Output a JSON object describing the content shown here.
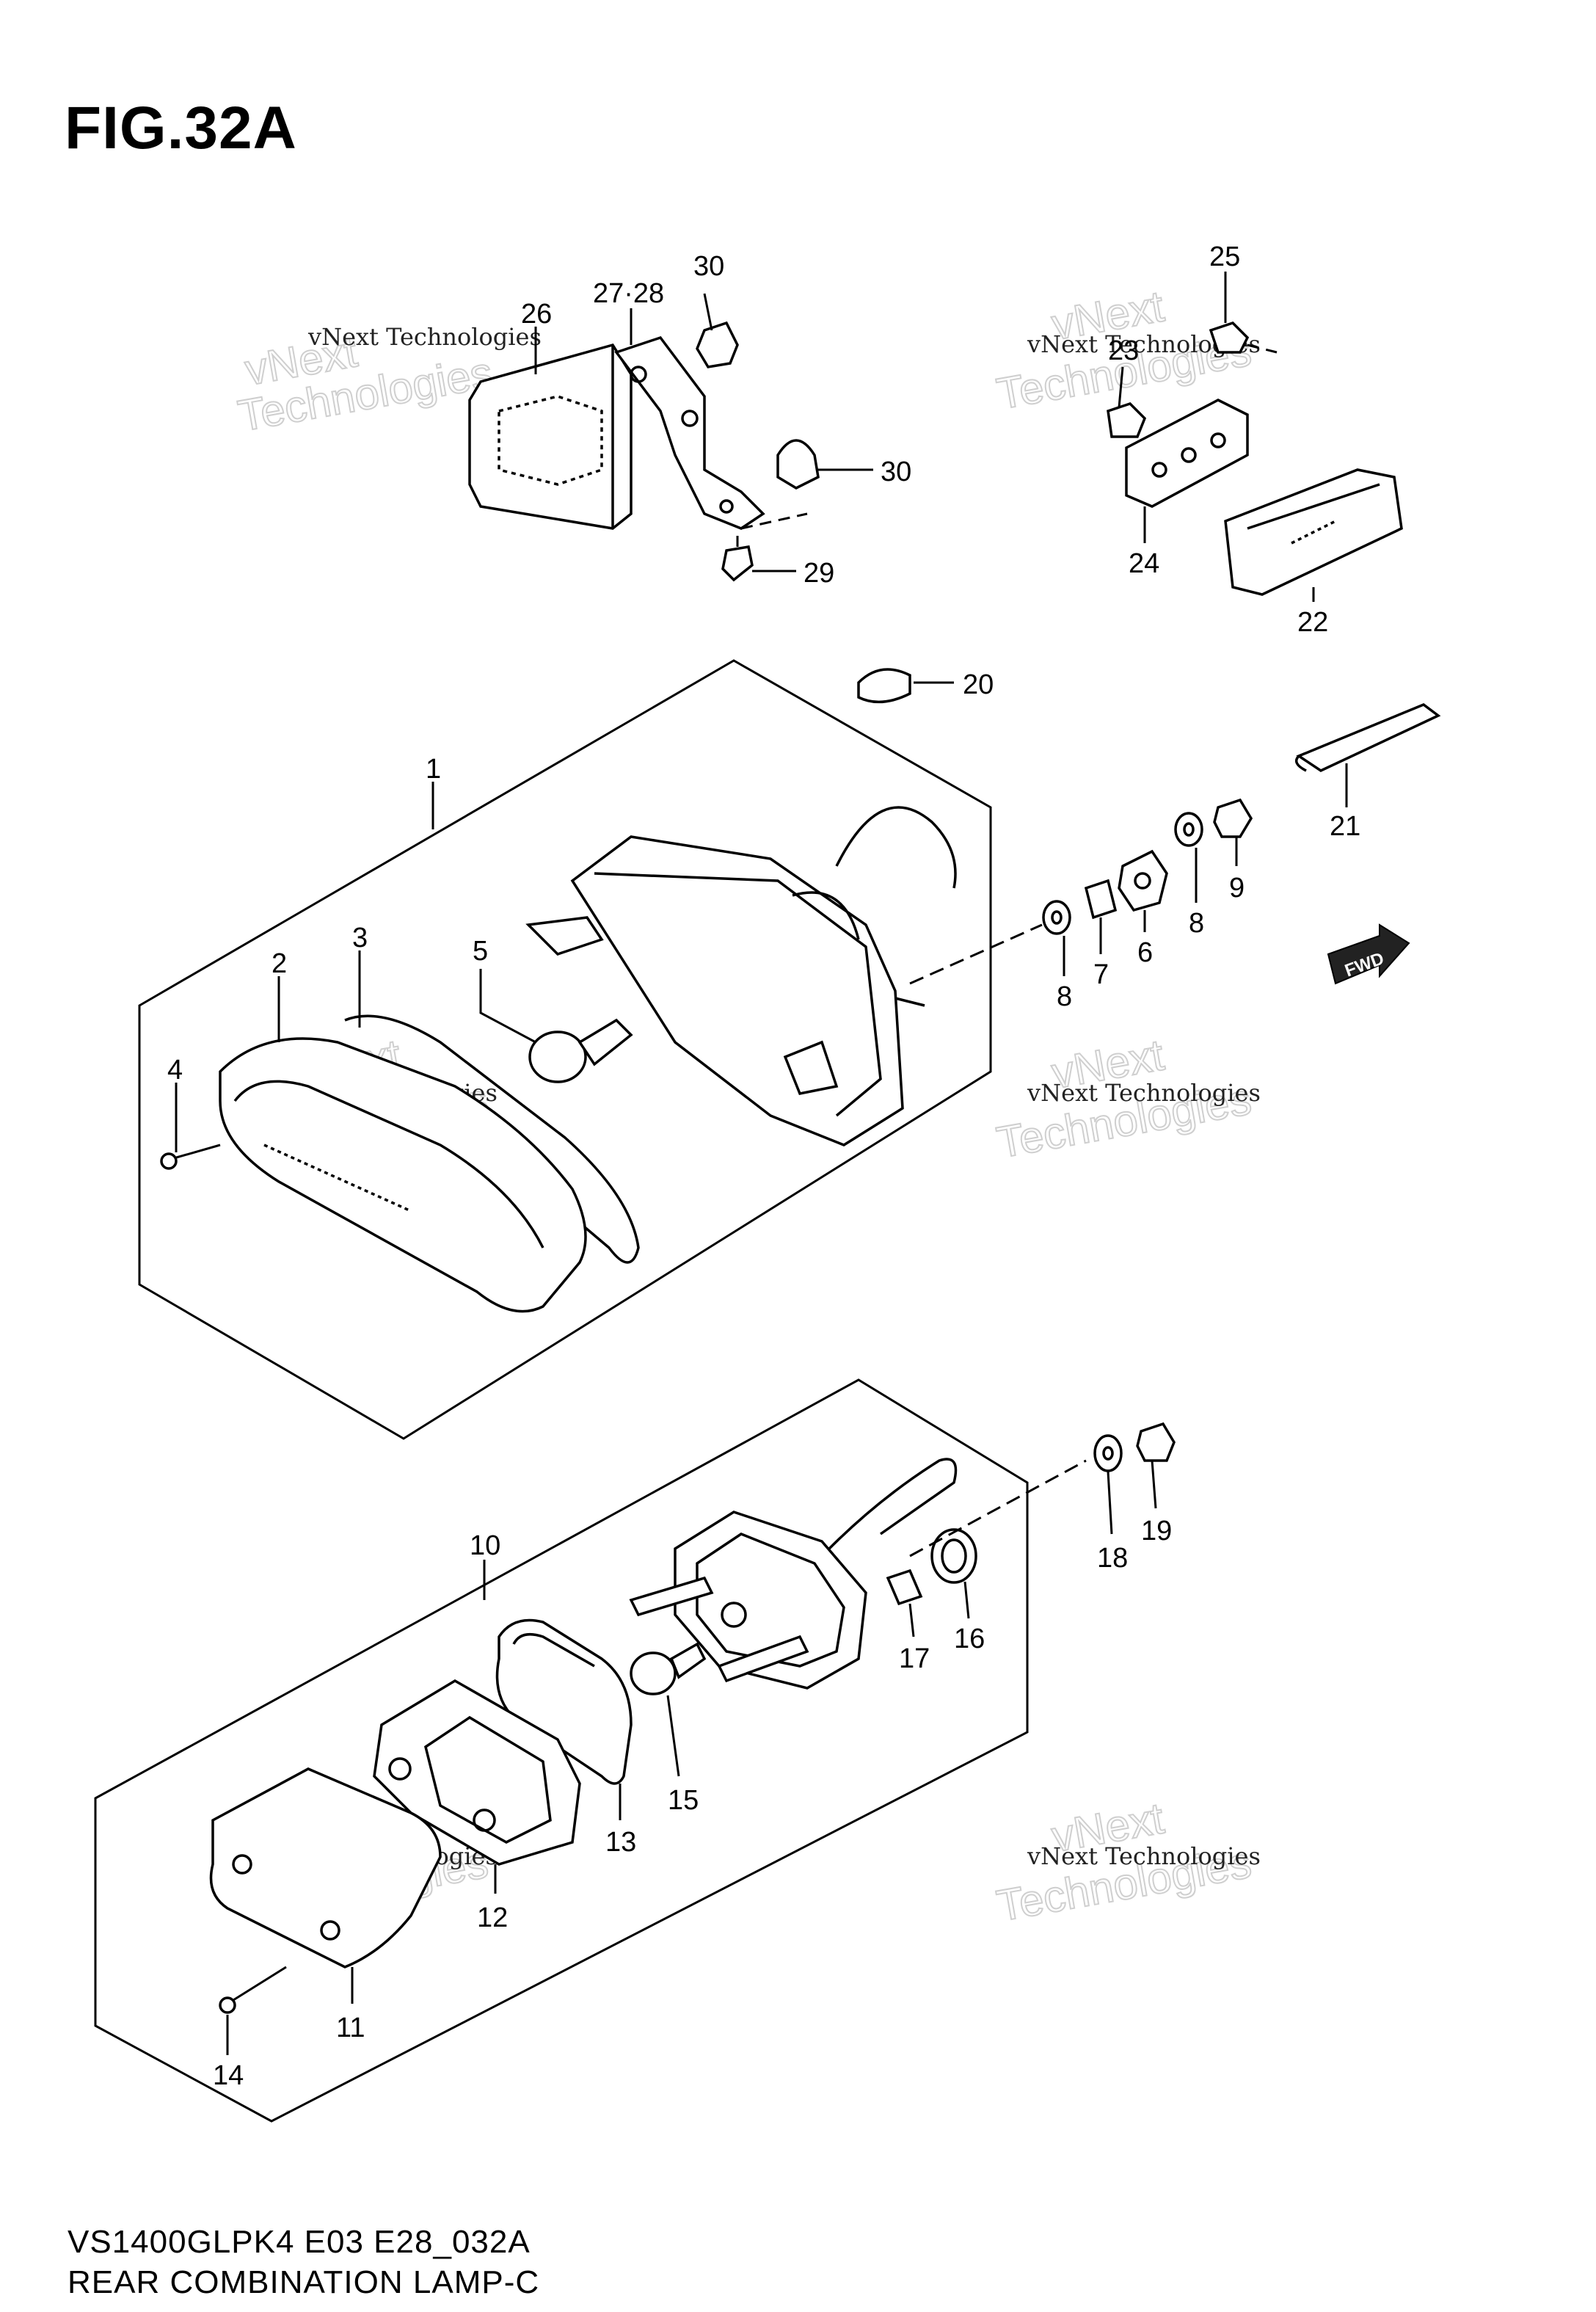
{
  "figure": {
    "title": "FIG.32A",
    "model_code": "VS1400GLPK4 E03 E28_032A",
    "section_name": "REAR COMBINATION LAMP-C"
  },
  "watermark": {
    "line1": "vNext Technologies",
    "line2a": "vNext",
    "line2b": "Technologies"
  },
  "fwd_label": "FWD",
  "callouts": {
    "c1": "1",
    "c2": "2",
    "c3": "3",
    "c4": "4",
    "c5": "5",
    "c6": "6",
    "c7": "7",
    "c8a": "8",
    "c8b": "8",
    "c9": "9",
    "c10": "10",
    "c11": "11",
    "c12": "12",
    "c13": "13",
    "c14": "14",
    "c15": "15",
    "c16": "16",
    "c17": "17",
    "c18": "18",
    "c19": "19",
    "c20": "20",
    "c21": "21",
    "c22": "22",
    "c23": "23",
    "c24": "24",
    "c25": "25",
    "c26": "26",
    "c27_28": "27·28",
    "c29": "29",
    "c30a": "30",
    "c30b": "30"
  }
}
